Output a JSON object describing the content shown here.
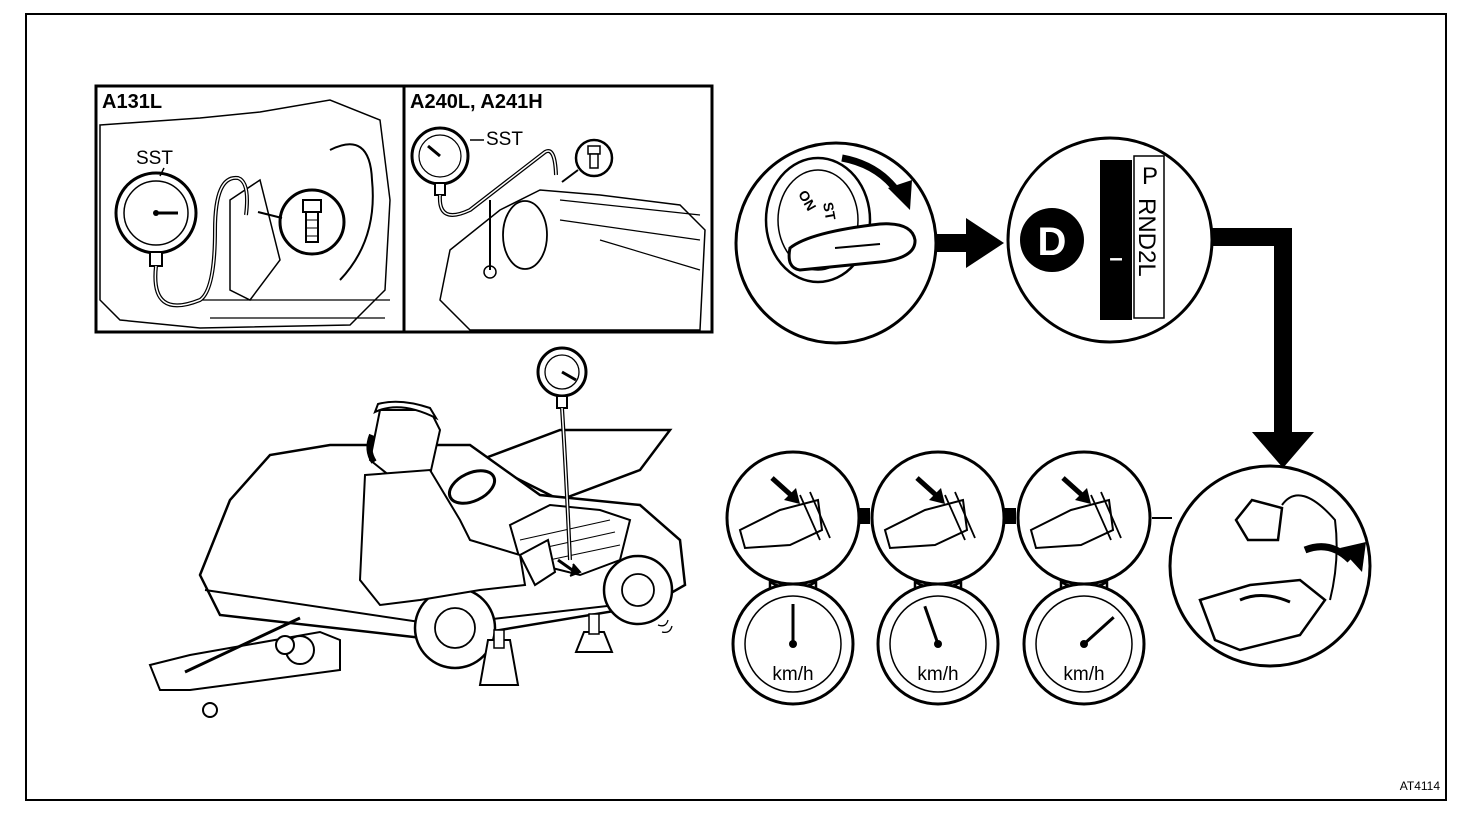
{
  "inset_left": {
    "title": "A131L",
    "tool_label": "SST"
  },
  "inset_right": {
    "title": "A240L, A241H",
    "tool_label": "SST"
  },
  "ignition": {
    "position_label": "ON",
    "start_label": "ST"
  },
  "shifter": {
    "selected": "D",
    "gear_top": "P",
    "gear_column": "RND2L",
    "indicator": "–"
  },
  "speed_gauges": [
    {
      "unit": "km/h",
      "needle_fraction": 0.5
    },
    {
      "unit": "km/h",
      "needle_fraction": 0.42
    },
    {
      "unit": "km/h",
      "needle_fraction": 0.7
    }
  ],
  "figure_code": "AT4114"
}
